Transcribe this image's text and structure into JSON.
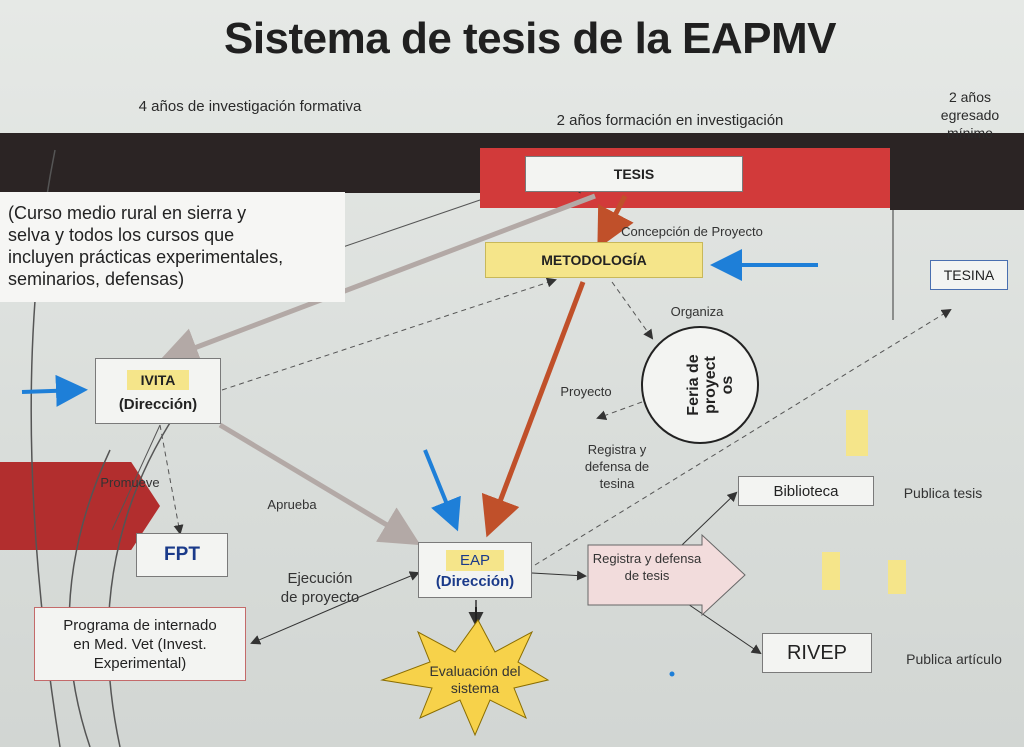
{
  "title": "Sistema de  tesis de la EAPMV",
  "headers": {
    "left": "4 años de investigación formativa",
    "middle": "2 años formación en  investigación",
    "right": [
      "2 años",
      "egresado",
      "mínimo"
    ]
  },
  "note": [
    "(Curso medio rural en sierra y",
    "selva y todos los cursos que",
    "incluyen prácticas experimentales,",
    "seminarios, defensas)"
  ],
  "nodes": {
    "tesis": "TESIS",
    "metodologia": "METODOLOGÍA",
    "tesina": "TESINA",
    "ivita": "IVITA",
    "ivita_sub": "(Dirección)",
    "feria": [
      "Feria de",
      "proyect",
      "os"
    ],
    "fpt": "FPT",
    "eap": "EAP",
    "eap_sub": "(Dirección)",
    "programa": [
      "Programa de internado",
      "en Med. Vet (Invest.",
      "Experimental)"
    ],
    "registra_defensa": [
      "Registra y defensa",
      "de tesis"
    ],
    "biblioteca": "Biblioteca",
    "rivep": "RIVEP",
    "evaluacion": [
      "Evaluación del",
      "sistema"
    ]
  },
  "edge_labels": {
    "concepcion": "Concepción de Proyecto",
    "organiza": "Organiza",
    "proyecto": "Proyecto",
    "registra_tesina": [
      "Registra y",
      "defensa de",
      "tesina"
    ],
    "promueve": "Promueve",
    "aprueba": "Aprueba",
    "ejecucion": [
      "Ejecución",
      "de proyecto"
    ],
    "publica_tesis": "Publica tesis",
    "publica_articulo": "Publica  artículo"
  },
  "colors": {
    "dark_band": "#2b2424",
    "red_band": "#d23a3a",
    "highlight": "#f5e58a",
    "blue_arrow": "#1e7fd8",
    "red_arrow": "#c0502a",
    "grey_arrow": "#b3a9a6",
    "star": "#f7d24a"
  }
}
